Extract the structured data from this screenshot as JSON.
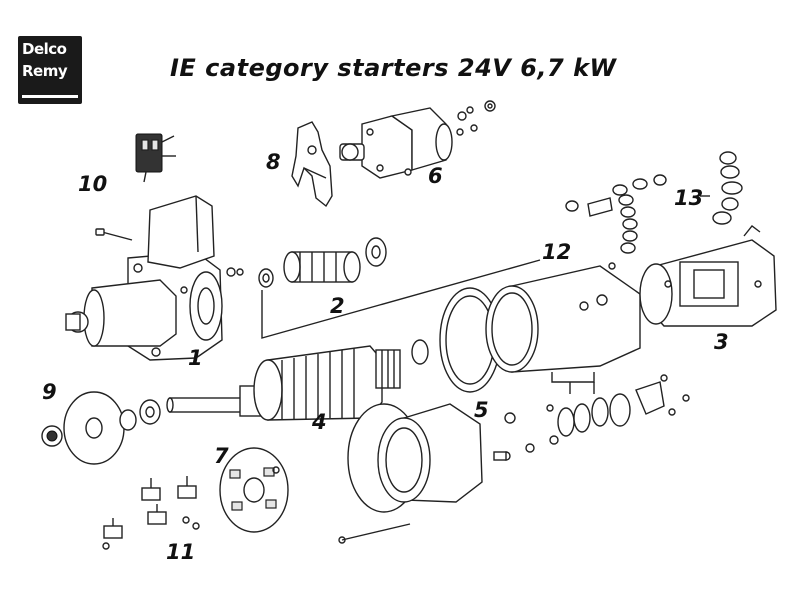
{
  "logo": {
    "line1": "Delco",
    "line2": "Remy"
  },
  "title": "IE  category starters 24V 6,7 kW",
  "part_numbers": [
    "1",
    "2",
    "3",
    "4",
    "5",
    "6",
    "7",
    "8",
    "9",
    "10",
    "11",
    "12",
    "13"
  ]
}
